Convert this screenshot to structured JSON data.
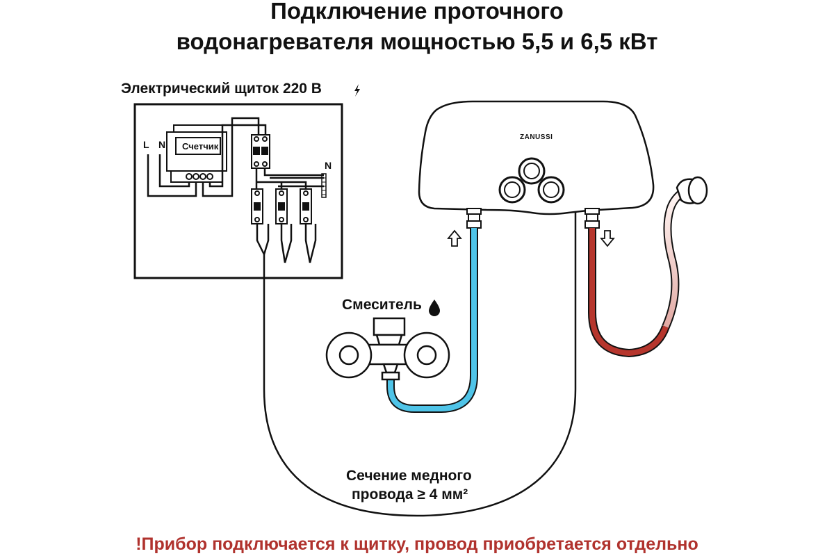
{
  "title": {
    "line1": "Подключение проточного",
    "line2": "водонагревателя мощностью 5,5 и 6,5 кВт"
  },
  "panel": {
    "label": "Электрический щиток 220 В",
    "icon": "lightning-icon",
    "meter_label": "Счетчик",
    "line_label": "L",
    "neutral_label": "N",
    "neutral_bus_label": "N"
  },
  "heater": {
    "brand": "ZANUSSI"
  },
  "mixer": {
    "label": "Смеситель",
    "icon": "water-drop-icon"
  },
  "wire": {
    "line1": "Сечение медного",
    "line2": "провода ≥ 4 мм²"
  },
  "note": "!Прибор подключается к щитку, провод приобретается отдельно",
  "colors": {
    "cold_water": "#4fc4e8",
    "hot_water": "#b6362d",
    "note": "#b0322d",
    "shower_hose": "#f3d6d2"
  }
}
